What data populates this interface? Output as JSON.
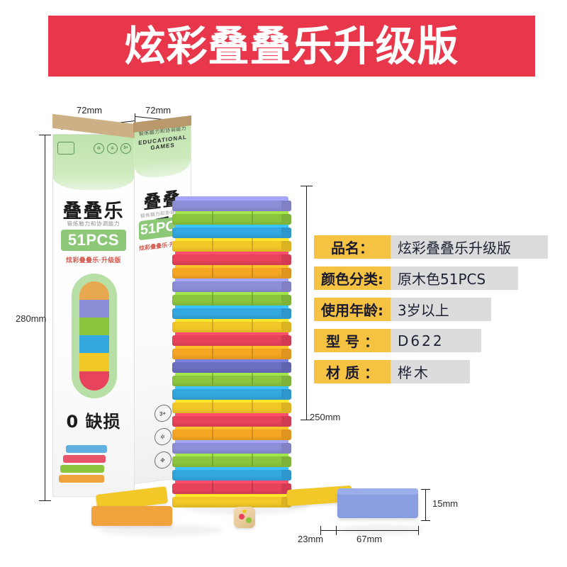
{
  "banner": {
    "title": "炫彩叠叠乐升级版",
    "bg_color": "#e8364a",
    "text_color": "#ffffff"
  },
  "package": {
    "front": {
      "title": "叠叠乐",
      "subtitle": "锻炼脑力和协调能力",
      "pcs_badge": "51PCS",
      "tagline": "炫彩叠叠乐·升级版",
      "zero_defect": "0 缺损",
      "badges": [
        "recycle-icon",
        "snowflake-icon",
        "3+"
      ]
    },
    "side": {
      "title": "叠叠乐",
      "subtitle": "锻炼脑力和协调能力",
      "pcs_badge": "51PCS",
      "tagline": "炫彩叠叠乐·升级版",
      "header_cn": "锻炼脑力和协调能力",
      "header_en": "EDUCATIONAL GAMES",
      "badges": [
        "3+",
        "snowflake-icon",
        "paw-icon"
      ]
    },
    "accent_green": "#8cc878"
  },
  "dimensions": {
    "box_width_left": "72mm",
    "box_width_right": "72mm",
    "box_height": "280mm",
    "tower_height": "250mm",
    "block_length": "67mm",
    "block_width": "23mm",
    "block_thickness": "15mm"
  },
  "spec_table": {
    "rows": [
      {
        "key": "品名：",
        "value": "炫彩叠叠乐升级版",
        "key_spaced": false,
        "val_width": "w1",
        "val_spaced": false
      },
      {
        "key": "颜色分类:",
        "value": "原木色51PCS",
        "key_spaced": false,
        "val_width": "w2",
        "val_spaced": false
      },
      {
        "key": "使用年龄:",
        "value": "3岁以上",
        "key_spaced": false,
        "val_width": "w3",
        "val_spaced": false
      },
      {
        "key": "型号：",
        "value": "D622",
        "key_spaced": true,
        "val_width": "w4",
        "val_spaced": true
      },
      {
        "key": "材质：",
        "value": "桦木",
        "key_spaced": true,
        "val_width": "w5",
        "val_spaced": true
      }
    ],
    "key_bg": "#f5c242",
    "value_bg": "#dcdcdc"
  },
  "colors": {
    "yellow": "#f2c728",
    "red": "#e8435c",
    "blue": "#33a7e0",
    "green": "#8cc63f",
    "purple": "#8e8ed8",
    "orange": "#f5a623",
    "teal": "#4bbfa8",
    "pink": "#ef5f78",
    "indigo": "#6b6fc0",
    "lime": "#a8d55a",
    "yellow_deep": "#f0b51f",
    "orange_deep": "#eb9a33"
  },
  "tower": {
    "layer_colors": [
      "#f2c728",
      "#e8435c",
      "#33a7e0",
      "#8cc63f",
      "#8e8ed8",
      "#f5a623",
      "#e8435c",
      "#f2c728",
      "#33a7e0",
      "#8cc63f",
      "#6b6fc0",
      "#f5a623",
      "#e8435c",
      "#f2c728",
      "#33a7e0",
      "#8cc63f",
      "#8e8ed8",
      "#f5a623",
      "#e8435c",
      "#f2c728",
      "#33a7e0",
      "#8cc63f",
      "#8e8ed8"
    ]
  },
  "window_strips": [
    "#e8a84f",
    "#8e8ed8",
    "#8cc63f",
    "#33a7e0",
    "#f2c728",
    "#e8435c",
    "#e8a84f"
  ],
  "loose_blocks": [
    {
      "name": "yellow-block",
      "color": "#f2c728"
    },
    {
      "name": "orange-block",
      "color": "#f0a33c"
    },
    {
      "name": "yellow-small-block",
      "color": "#f2c728"
    },
    {
      "name": "blue-measured-block",
      "color": "#8a9de0"
    }
  ],
  "die": {
    "name": "color-die",
    "pips": [
      "#e8435c",
      "#8cc63f",
      "#f2c728"
    ]
  }
}
